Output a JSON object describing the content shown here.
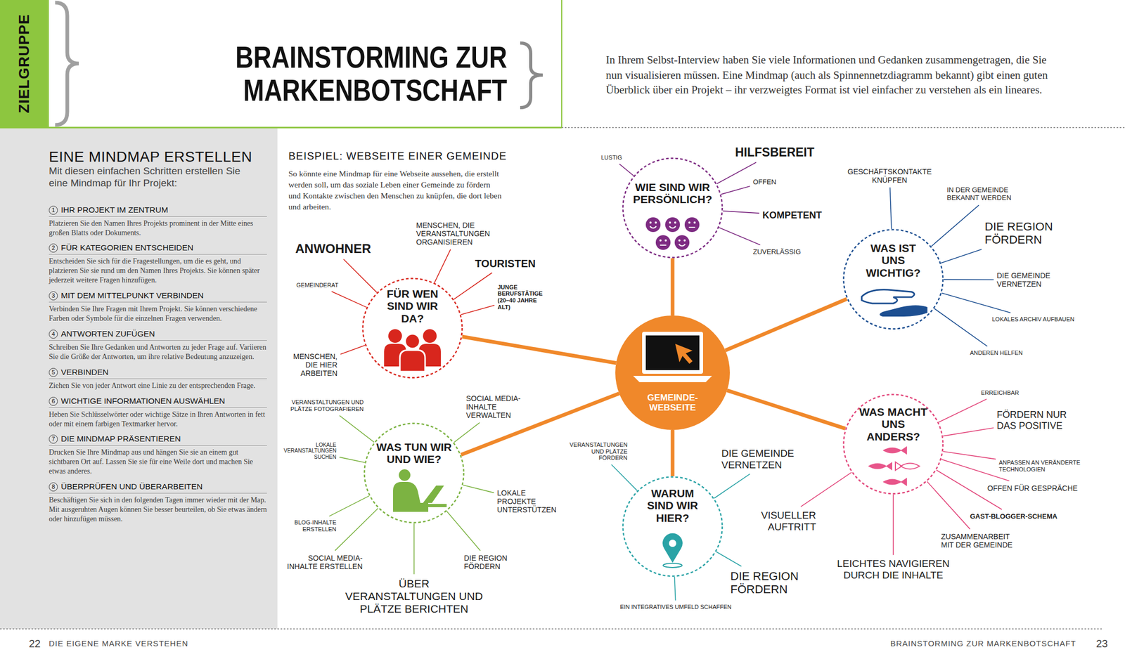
{
  "diagram": {
    "title": "BRAINSTORMING ZUR MARKENBOTSCHAFT",
    "nodes": [
      {
        "text": [
          "ZIELGRUPPE"
        ]
      },
      {
        "text": [
          "EINE MINDMAP ERSTELLEN",
          "Mit diesen einfachen Schritten erstellen Sie eine Mindmap für Ihr Projekt:",
          "1",
          "IHR PROJEKT IM ZENTRUM",
          "Platzieren Sie den Namen Ihres Projekts prominent in der Mitte eines großen Blatts oder Dokuments.",
          "2",
          "FÜR KATEGORIEN ENTSCHEIDEN",
          "Entscheiden Sie sich für die Fragestellungen, um die es geht, und platzieren Sie sie rund um den Namen Ihres Projekts. Sie können später jederzeit weitere Fragen hinzufügen.",
          "3",
          "MIT DEM MITTELPUNKT VERBINDEN",
          "Verbinden Sie Ihre Fragen mit Ihrem Projekt. Sie können verschiedene Farben oder Symbole für die einzelnen Fragen verwenden.",
          "4",
          "ANTWORTEN ZUFÜGEN",
          "Schreiben Sie Ihre Gedanken und Antworten zu jeder Frage auf. Variieren Sie die Größe der Antworten, um ihre relative Bedeutung anzuzeigen.",
          "5",
          "VERBINDEN",
          "Ziehen Sie von jeder Antwort eine Linie zu der entsprechenden Frage.",
          "6",
          "WICHTIGE INFORMATIONEN AUSWÄHLEN",
          "Heben Sie Schlüsselwörter oder wichtige Sätze in Ihren Antworten in fett oder mit einem farbigen Textmarker hervor.",
          "7",
          "DIE MINDMAP PRÄSENTIEREN",
          "Drucken Sie Ihre Mindmap aus und hängen Sie sie an einem gut sichtbaren Ort auf. Lassen Sie sie für eine Weile dort und machen Sie etwas anderes.",
          "8",
          "ÜBERPRÜFEN UND ÜBERARBEITEN",
          "Beschäftigen Sie sich in den folgenden Tagen immer wieder mit der Map. Mit ausgeruhten Augen können Sie besser beurteilen, ob Sie etwas ändern oder hinzufügen müssen."
        ]
      },
      {
        "text": [
          "FÜR WEN SIND WIR DA?"
        ]
      },
      {
        "text": [
          "WIE SIND WIR PERSÖNLICH?"
        ]
      },
      {
        "text": [
          "GEMEINDE-WEBSEITE"
        ]
      },
      {
        "text": [
          "WAS IST UNS WICHTIG?"
        ]
      },
      {
        "text": [
          "WAS TUN WIR UND WIE?"
        ]
      },
      {
        "text": [
          "WARUM SIND WIR HIER?"
        ]
      },
      {
        "text": [
          "WAS MACHT UNS ANDERS?"
        ]
      }
    ],
    "edges": [
      {
        "from": 4,
        "to": 2,
        "arrow": "none"
      },
      {
        "from": 4,
        "to": 3,
        "arrow": "none"
      },
      {
        "from": 4,
        "to": 5,
        "arrow": "none"
      },
      {
        "from": 4,
        "to": 6,
        "arrow": "none"
      },
      {
        "from": 4,
        "to": 7,
        "arrow": "none"
      },
      {
        "from": 4,
        "to": 8,
        "arrow": "none"
      }
    ],
    "labels": [
      "In Ihrem Selbst-Interview haben Sie viele Informationen und Gedanken zusammengetragen, die Sie nun visualisieren müssen. Eine Mindmap (auch als Spinnennetzdiagramm bekannt) gibt einen guten Überblick über ein Projekt – ihr verzweigtes Format ist viel einfacher zu verstehen als ein lineares.",
      "BEISPIEL: WEBSEITE EINER GEMEINDE",
      "So könnte eine Mindmap für eine Webseite aussehen, die erstellt werden soll, um das soziale Leben einer Gemeinde zu fördern und Kontakte zwischen den Menschen zu knüpfen, die dort leben und arbeiten.",
      "ANWOHNER",
      "MENSCHEN, DIE VERANSTALTUNGEN ORGANISIEREN",
      "TOURISTEN",
      "JUNGE BERUFSTÄTIGE (20–40 JAHRE ALT)",
      "GEMEINDERAT",
      "MENSCHEN, DIE HIER ARBEITEN",
      "VERANSTALTUNGEN UND PLÄTZE FOTOGRAFIEREN",
      "SOCIAL MEDIA-INHALTE VERWALTEN",
      "LOKALE VERANSTALTUNGEN SUCHEN",
      "LOKALE PROJEKTE UNTERSTÜTZEN",
      "BLOG-INHALTE ERSTELLEN",
      "SOCIAL MEDIA-INHALTE ERSTELLEN",
      "DIE REGION FÖRDERN",
      "ÜBER VERANSTALTUNGEN UND PLÄTZE BERICHTEN",
      "LUSTIG",
      "HILFSBEREIT",
      "OFFEN",
      "KOMPETENT",
      "ZUVERLÄSSIG",
      "GESCHÄFTSKONTAKTE KNÜPFEN",
      "IN DER GEMEINDE BEKANNT WERDEN",
      "DIE REGION FÖRDERN",
      "DIE GEMEINDE VERNETZEN",
      "LOKALES ARCHIV AUFBAUEN",
      "ANDEREN HELFEN",
      "ERREICHBAR",
      "FÖRDERN NUR DAS POSITIVE",
      "ANPASSEN AN VERÄNDERTE TECHNOLOGIEN",
      "OFFEN FÜR GESPRÄCHE",
      "GAST-BLOGGER-SCHEMA",
      "ZUSAMMENARBEIT MIT DER GEMEINDE",
      "LEICHTES NAVIGIEREN DURCH DIE INHALTE",
      "VISUELLER AUFTRITT",
      "VERANSTALTUNGEN UND PLÄTZE FÖRDERN",
      "DIE GEMEINDE VERNETZEN",
      "DIE REGION FÖRDERN",
      "EIN INTEGRATIVES UMFELD SCHAFFEN",
      "22",
      "DIE EIGENE MARKE VERSTEHEN",
      "BRAINSTORMING ZUR MARKENBOTSCHAFT",
      "23"
    ]
  }
}
